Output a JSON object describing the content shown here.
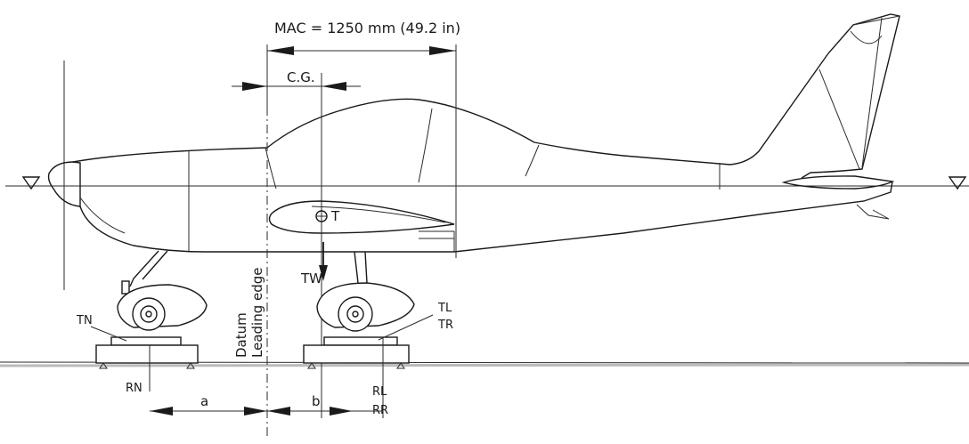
{
  "diagram": {
    "mac_label": "MAC = 1250 mm (49.2 in)",
    "cg_label": "C.G.",
    "t_label": "T",
    "tw_label": "TW",
    "tn_label": "TN",
    "tl_label": "TL",
    "tr_label": "TR",
    "rn_label": "RN",
    "rl_label": "RL",
    "rr_label": "RR",
    "a_label": "a",
    "b_label": "b",
    "datum_label": "Datum",
    "leading_edge_label": "Leading edge"
  }
}
